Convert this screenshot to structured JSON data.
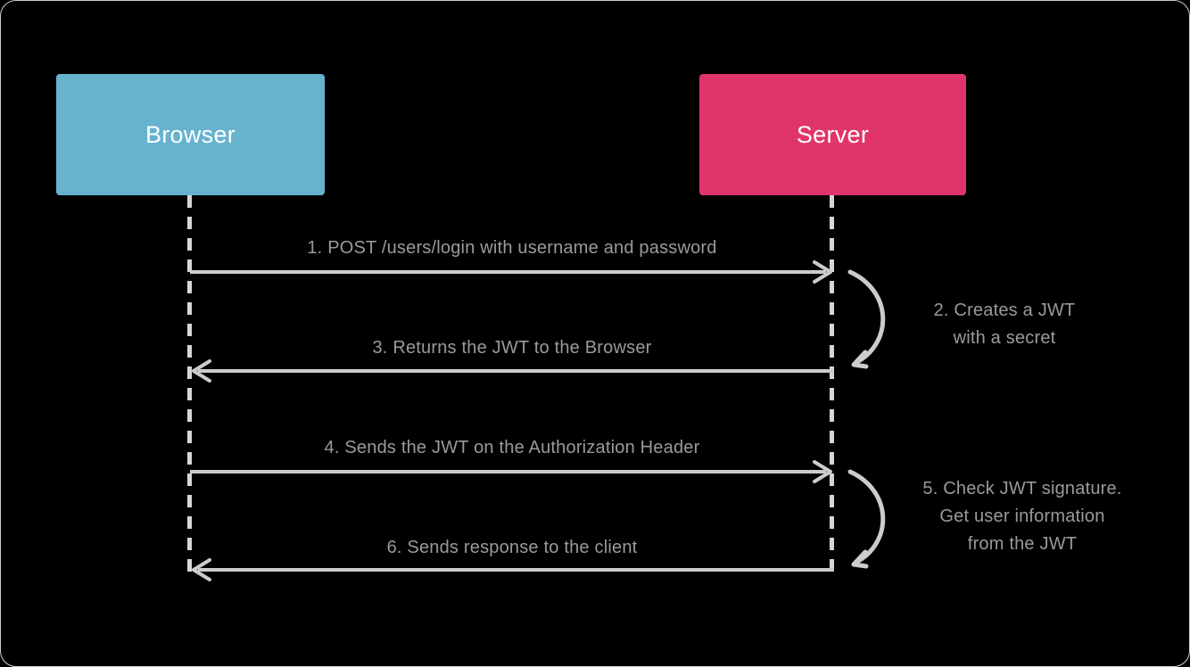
{
  "diagram": {
    "type": "sequence-diagram",
    "background_color": "#000000",
    "line_color": "#cccccc",
    "text_color": "#9a9a9a",
    "actors": [
      {
        "id": "browser",
        "label": "Browser",
        "color": "#67b3ce"
      },
      {
        "id": "server",
        "label": "Server",
        "color": "#e0356a"
      }
    ],
    "messages": [
      {
        "step": "1",
        "label": "1. POST /users/login with username and password",
        "from": "browser",
        "to": "server",
        "direction": "right",
        "kind": "arrow"
      },
      {
        "step": "2",
        "label": "2. Creates a JWT\nwith a secret",
        "from": "server",
        "to": "server",
        "direction": "self",
        "kind": "self-loop"
      },
      {
        "step": "3",
        "label": "3. Returns the JWT to the Browser",
        "from": "server",
        "to": "browser",
        "direction": "left",
        "kind": "arrow"
      },
      {
        "step": "4",
        "label": "4. Sends the JWT on the Authorization Header",
        "from": "browser",
        "to": "server",
        "direction": "right",
        "kind": "arrow"
      },
      {
        "step": "5",
        "label": "5. Check JWT signature.\nGet user information\nfrom the JWT",
        "from": "server",
        "to": "server",
        "direction": "self",
        "kind": "self-loop"
      },
      {
        "step": "6",
        "label": "6. Sends response to the client",
        "from": "server",
        "to": "browser",
        "direction": "left",
        "kind": "arrow"
      }
    ]
  }
}
